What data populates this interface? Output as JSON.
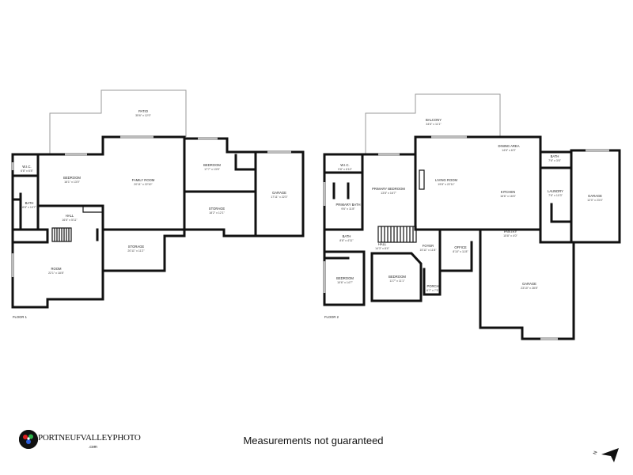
{
  "floors": [
    {
      "label": "FLOOR 1",
      "rooms": [
        {
          "name": "PATIO",
          "dims": "35'6\" x 12'0\""
        },
        {
          "name": "W.I.C.",
          "dims": "6'8\" x 6'8\""
        },
        {
          "name": "BEDROOM",
          "dims": "16'1\" x 13'0\""
        },
        {
          "name": "FAMILY ROOM",
          "dims": "20'11\" x 22'10\""
        },
        {
          "name": "BEDROOM",
          "dims": "17'7\" x 13'6\""
        },
        {
          "name": "GARAGE",
          "dims": "17'11\" x 22'3\""
        },
        {
          "name": "BATH",
          "dims": "8'8\" x 10'7\""
        },
        {
          "name": "HALL",
          "dims": "16'6\" x 5'11\""
        },
        {
          "name": "STORAGE",
          "dims": "18'2\" x 12'1\""
        },
        {
          "name": "STORAGE",
          "dims": "20'11\" x 11'2\""
        },
        {
          "name": "ROOM",
          "dims": "22'1\" x 18'8\""
        }
      ]
    },
    {
      "label": "FLOOR 2",
      "rooms": [
        {
          "name": "BALCONY",
          "dims": "34'6\" x 11'1\""
        },
        {
          "name": "DINING AREA",
          "dims": "14'6\" x 6'3\""
        },
        {
          "name": "W.I.C.",
          "dims": "9'8\" x 6'10\""
        },
        {
          "name": "BATH",
          "dims": "7'6\" x 3'6\""
        },
        {
          "name": "PRIMARY BEDROOM",
          "dims": "13'8\" x 16'7\""
        },
        {
          "name": "LIVING ROOM",
          "dims": "19'8\" x 22'11\""
        },
        {
          "name": "KITCHEN",
          "dims": "16'6\" x 16'6\""
        },
        {
          "name": "LAUNDRY",
          "dims": "7'6\" x 10'3\""
        },
        {
          "name": "GARAGE",
          "dims": "12'0\" x 23'4\""
        },
        {
          "name": "PRIMARY BATH",
          "dims": "9'6\" x 11'8\""
        },
        {
          "name": "BATH",
          "dims": "8'8\" x 4'11\""
        },
        {
          "name": "PANTRY",
          "dims": "15'8\" x 4'0\""
        },
        {
          "name": "HALL",
          "dims": "14'3\" x 8'4\""
        },
        {
          "name": "FOYER",
          "dims": "15'11\" x 11'8\""
        },
        {
          "name": "OFFICE",
          "dims": "8'10\" x 11'8\""
        },
        {
          "name": "BEDROOM",
          "dims": "10'6\" x 14'7\""
        },
        {
          "name": "BEDROOM",
          "dims": "11'7\" x 11'1\""
        },
        {
          "name": "PORCH",
          "dims": "6'7\" x 7'5\""
        },
        {
          "name": "GARAGE",
          "dims": "23'10\" x 28'8\""
        }
      ]
    }
  ],
  "disclaimer": "Measurements not guaranteed",
  "brand": {
    "name": "PORTNEUFVALLEYPHOTO",
    "suffix": ".com"
  },
  "compass": {
    "label": "N"
  },
  "colors": {
    "wall": "#111111",
    "window": "#bdbdbd",
    "exterior": "#9a9a9a",
    "background": "#ffffff"
  }
}
